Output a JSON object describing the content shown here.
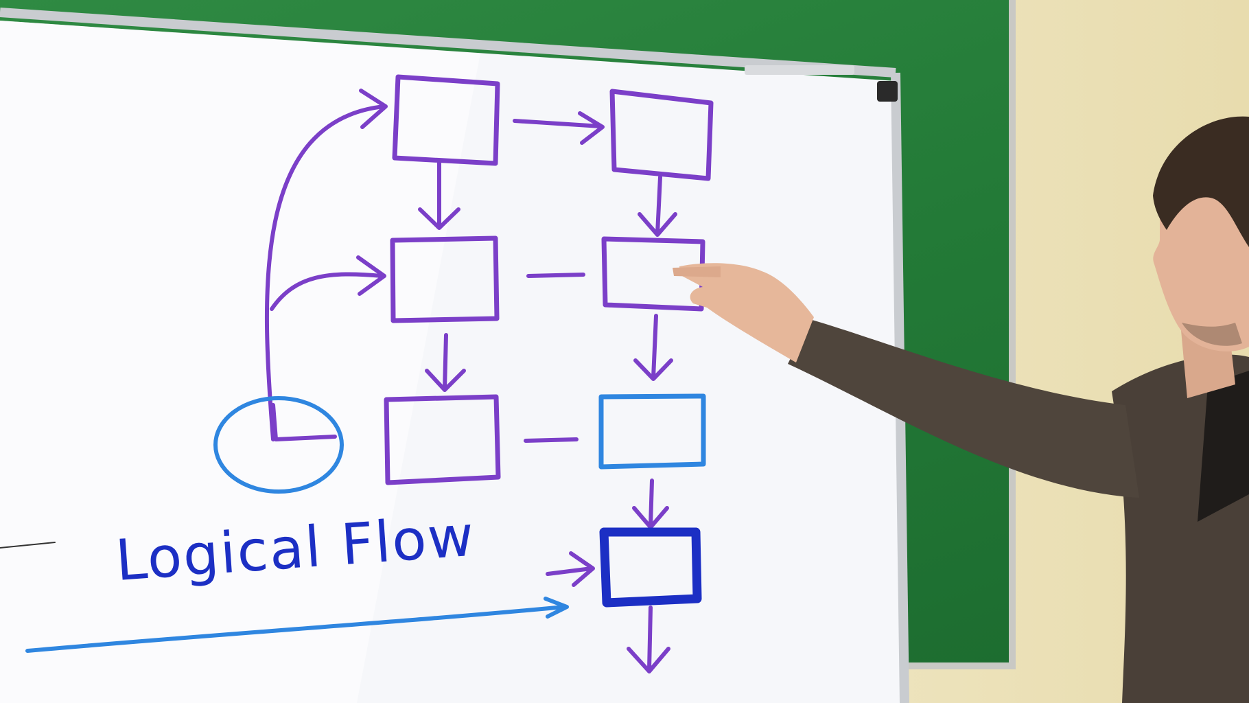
{
  "scene": {
    "board_caption": "Logical Flow",
    "colors": {
      "wall": "#e9dfb5",
      "chalkboard": "#237a37",
      "whiteboard": "#f7f8fa",
      "frame": "#c8ccd0",
      "purple_marker": "#7b3fc8",
      "blue_marker": "#2f86e0",
      "dark_blue_marker": "#1c2fc4",
      "sweater": "#4a4038",
      "skin": "#e6b79a",
      "hair": "#3a2c22"
    },
    "elements": [
      "whiteboard",
      "chalkboard",
      "flowchart",
      "person-pointing"
    ]
  }
}
